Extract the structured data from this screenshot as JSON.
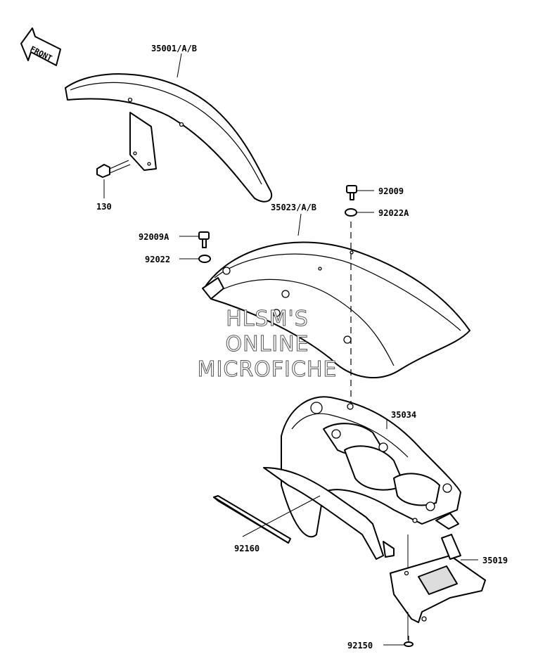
{
  "front_arrow": {
    "label": "FRONT"
  },
  "parts": {
    "front_fender": "35001/A/B",
    "bolt_130": "130",
    "rear_fender": "35023/A/B",
    "bolt_92009": "92009",
    "washer_92022a": "92022A",
    "bolt_92009a": "92009A",
    "washer_92022": "92022",
    "inner_fender": "35034",
    "pad_92160": "92160",
    "bracket_35019": "35019",
    "screw_92150": "92150"
  },
  "watermark": {
    "line1": "HLSM'S",
    "line2": "ONLINE",
    "line3": "MICROFICHE"
  }
}
